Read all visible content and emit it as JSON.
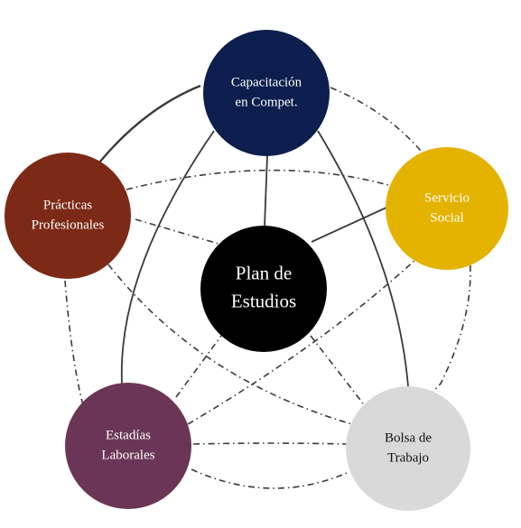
{
  "diagram": {
    "center": {
      "lines": [
        "Plan de",
        "Estudios"
      ],
      "fill": "#000000",
      "text_color": "#ffffff"
    },
    "nodes": [
      {
        "id": "capacitacion",
        "lines": [
          "Capacitación",
          "en Compet."
        ],
        "fill": "#0c1e4d",
        "text_color": "#ffffff"
      },
      {
        "id": "servicio",
        "lines": [
          "Servicio",
          "Social"
        ],
        "fill": "#e3b300",
        "text_color": "#ffffff"
      },
      {
        "id": "bolsa",
        "lines": [
          "Bolsa de",
          "Trabajo"
        ],
        "fill": "#d9d9d9",
        "text_color": "#111111"
      },
      {
        "id": "estadias",
        "lines": [
          "Estadías",
          "Laborales"
        ],
        "fill": "#6b3655",
        "text_color": "#ffffff"
      },
      {
        "id": "practicas",
        "lines": [
          "Prácticas",
          "Profesionales"
        ],
        "fill": "#7c2a17",
        "text_color": "#ffffff"
      }
    ],
    "colors": {
      "connector": "#3a3a3a"
    }
  }
}
